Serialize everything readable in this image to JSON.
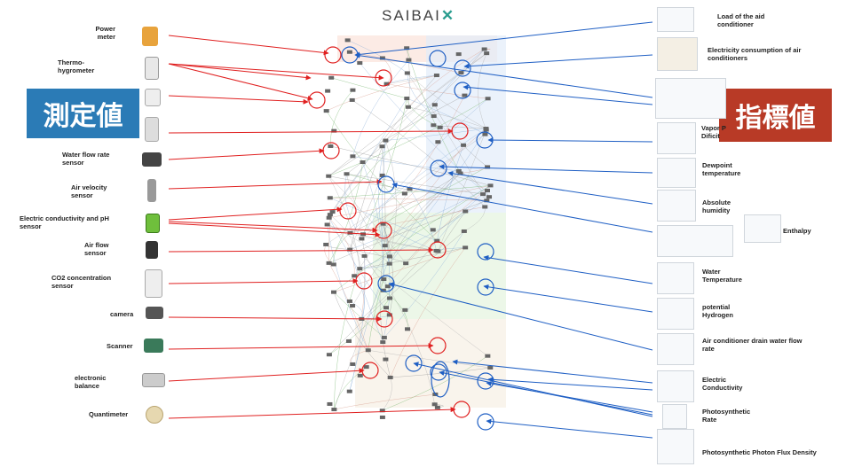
{
  "header": {
    "logo_text": "SAIBAI"
  },
  "banners": {
    "left": "測定値",
    "right": "指標値"
  },
  "sensors": [
    {
      "id": "power-meter",
      "label": "Power\nmeter",
      "icon": "power-meter-icon",
      "color": "#e8a33c"
    },
    {
      "id": "thermo",
      "label": "Thermo-\nhygrometer",
      "icon": "thermometer-icon",
      "color": "#cccccc"
    },
    {
      "id": "blank1",
      "label": "",
      "icon": "sensor-box-icon",
      "color": "#dddddd"
    },
    {
      "id": "blank2",
      "label": "",
      "icon": "probe-icon",
      "color": "#cccccc"
    },
    {
      "id": "water-flow",
      "label": "Water flow rate\nsensor",
      "icon": "flow-sensor-icon",
      "color": "#444444"
    },
    {
      "id": "air-velocity",
      "label": "Air velocity\nsensor",
      "icon": "anemometer-icon",
      "color": "#888888"
    },
    {
      "id": "ec-ph",
      "label": "Electric conductivity and pH\nsensor",
      "icon": "ec-meter-icon",
      "color": "#6fbf3c"
    },
    {
      "id": "air-flow",
      "label": "Air flow\nsensor",
      "icon": "airflow-sensor-icon",
      "color": "#333333"
    },
    {
      "id": "co2",
      "label": "CO2 concentration\nsensor",
      "icon": "co2-sensor-icon",
      "color": "#e6e6e6"
    },
    {
      "id": "camera",
      "label": "camera",
      "icon": "camera-icon",
      "color": "#555555"
    },
    {
      "id": "scanner",
      "label": "Scanner",
      "icon": "scanner-icon",
      "color": "#3a7a5a"
    },
    {
      "id": "balance",
      "label": "electronic\nbalance",
      "icon": "scale-icon",
      "color": "#bbbbbb"
    },
    {
      "id": "quantimeter",
      "label": "Quantimeter",
      "icon": "quantimeter-icon",
      "color": "#d9c9a0"
    }
  ],
  "indicators": [
    {
      "id": "aircon-load",
      "label": "Load of the aid\nconditioner"
    },
    {
      "id": "aircon-power",
      "label": "Electricity consumption of air\nconditioners"
    },
    {
      "id": "vpd",
      "label": "Vapor P\nDificit"
    },
    {
      "id": "dewpoint",
      "label": "Dewpoint\ntemperature"
    },
    {
      "id": "abs-humidity",
      "label": "Absolute\nhumidity"
    },
    {
      "id": "enthalpy",
      "label": "Enthalpy"
    },
    {
      "id": "water-temp",
      "label": "Water\nTemperature"
    },
    {
      "id": "ph",
      "label": "potential\nHydrogen"
    },
    {
      "id": "drain",
      "label": "Air conditioner drain water flow\nrate"
    },
    {
      "id": "ec",
      "label": "Electric\nConductivity"
    },
    {
      "id": "photosynthetic",
      "label": "Photosynthetic\nRate"
    },
    {
      "id": "ppfd",
      "label": "Photosynthetic Photon Flux Density"
    }
  ],
  "colors": {
    "measured_arrow": "#e02020",
    "indicator_arrow": "#1f5fc4",
    "banner_left": "#2b7bb6",
    "banner_right": "#b83a26"
  }
}
